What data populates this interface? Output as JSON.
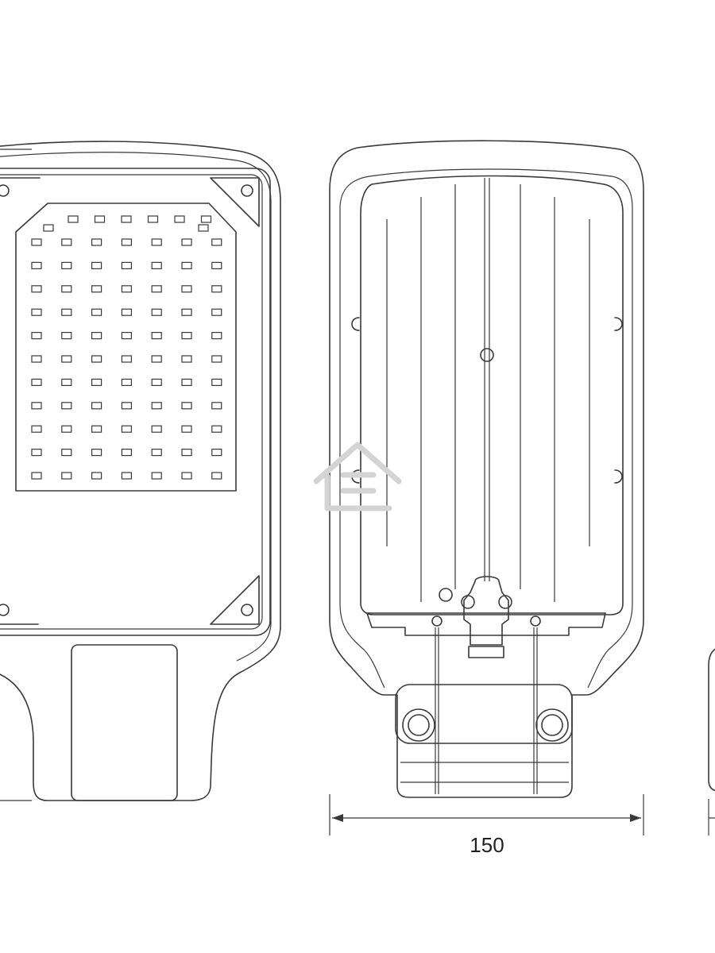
{
  "dimension": {
    "width_label": "150"
  },
  "views": [
    {
      "name": "front-view-led-side"
    },
    {
      "name": "back-view-housing"
    },
    {
      "name": "side-view-partial"
    }
  ],
  "led_grid": {
    "top_row_count": 6,
    "rows": 11,
    "cols": 7
  },
  "watermark": {
    "icon": "house-logo-icon"
  }
}
